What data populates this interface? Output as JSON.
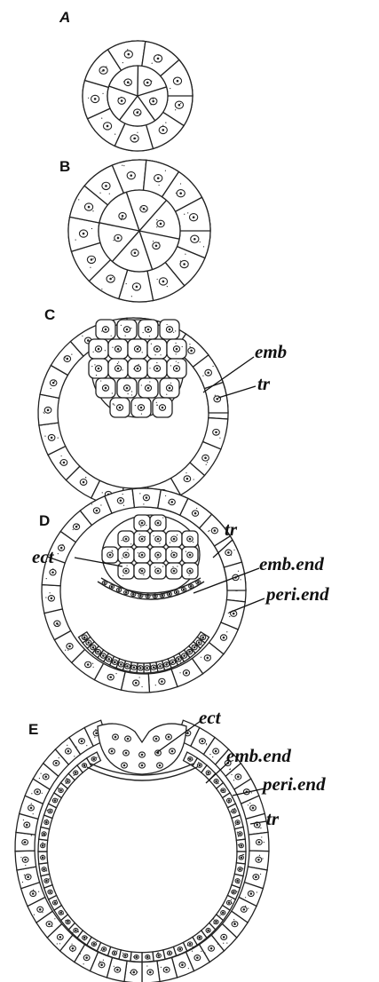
{
  "figure": {
    "panels": [
      {
        "id": "A",
        "letter": "A"
      },
      {
        "id": "B",
        "letter": "B"
      },
      {
        "id": "C",
        "letter": "C",
        "labels": [
          "emb",
          "tr"
        ]
      },
      {
        "id": "D",
        "letter": "D",
        "labels": [
          "ect",
          "tr",
          "emb.end",
          "peri.end"
        ]
      },
      {
        "id": "E",
        "letter": "E",
        "labels": [
          "ect",
          "emb.end",
          "peri.end",
          "tr"
        ]
      }
    ]
  }
}
